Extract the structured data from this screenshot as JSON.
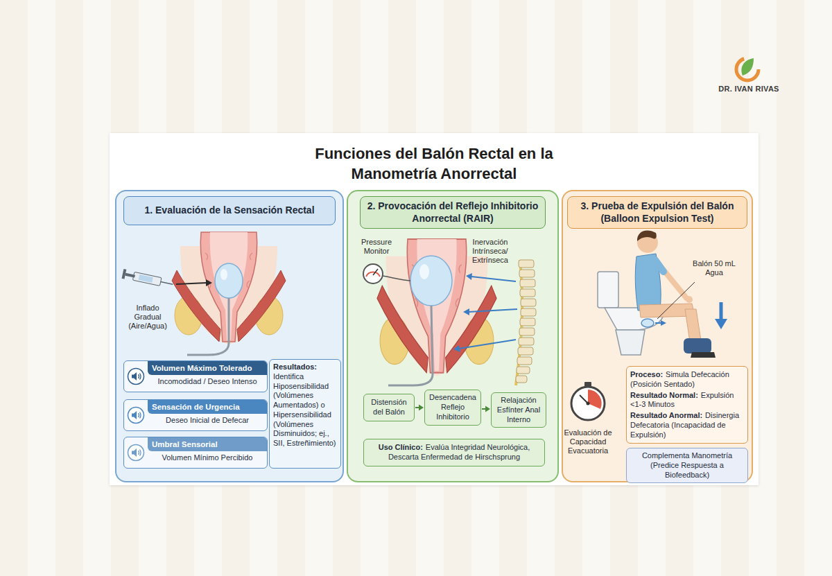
{
  "diagram": {
    "title": "Funciones del Balón Rectal en la Manometría Anorrectal",
    "nodes": [
      {
        "text": [
          "1. Evaluación de la Sensación Rectal"
        ]
      },
      {
        "text": [
          "Volumen Máximo Tolerado",
          "Incomodidad / Deseo Intenso"
        ],
        "in": 0
      },
      {
        "text": [
          "Sensación de Urgencia",
          "Deseo Inicial de Defecar"
        ],
        "in": 0
      },
      {
        "text": [
          "Umbral Sensorial",
          "Volumen Mínimo Percibido"
        ],
        "in": 0
      },
      {
        "text": [
          "Resultados:",
          "Identifica Hiposensibilidad (Volúmenes Aumentados) o Hipersensibilidad (Volúmenes Disminuidos; ej., SII, Estreñimiento)"
        ],
        "in": 0
      },
      {
        "text": [
          "2. Provocación del Reflejo Inhibitorio Anorrectal (RAIR)"
        ]
      },
      {
        "text": [
          "Distensión del Balón"
        ],
        "in": 5
      },
      {
        "text": [
          "Desencadena Reflejo Inhibitorio"
        ],
        "in": 5
      },
      {
        "text": [
          "Relajación Esfínter Anal Interno"
        ],
        "in": 5
      },
      {
        "text": [
          "Uso Clínico:",
          "Evalúa Integridad Neurológica, Descarta Enfermedad de Hirschsprung"
        ],
        "in": 5
      },
      {
        "text": [
          "3. Prueba de Expulsión del Balón (Balloon Expulsion Test)"
        ]
      },
      {
        "text": [
          "Proceso:",
          "Simula Defecación (Posición Sentado)",
          "Resultado Normal:",
          "Expulsión <1-3 Minutos",
          "Resultado Anormal:",
          "Disinergia Defecatoria (Incapacidad de Expulsión)"
        ],
        "in": 10
      },
      {
        "text": [
          "Complementa Manometría (Predice Respuesta a Biofeedback)"
        ],
        "in": 10
      }
    ],
    "edges": [
      {
        "from": 6,
        "to": 7,
        "arrow": "to"
      },
      {
        "from": 7,
        "to": 8,
        "arrow": "to"
      }
    ],
    "labels": [
      "Inflado Gradual (Aire/Agua)",
      "Pressure Monitor",
      "Inervación Intrínseca/ Extrínseca",
      "Balón 50 mL Agua",
      "Evaluación de Capacidad Evacuatoria",
      "DR. IVAN RIVAS"
    ]
  }
}
